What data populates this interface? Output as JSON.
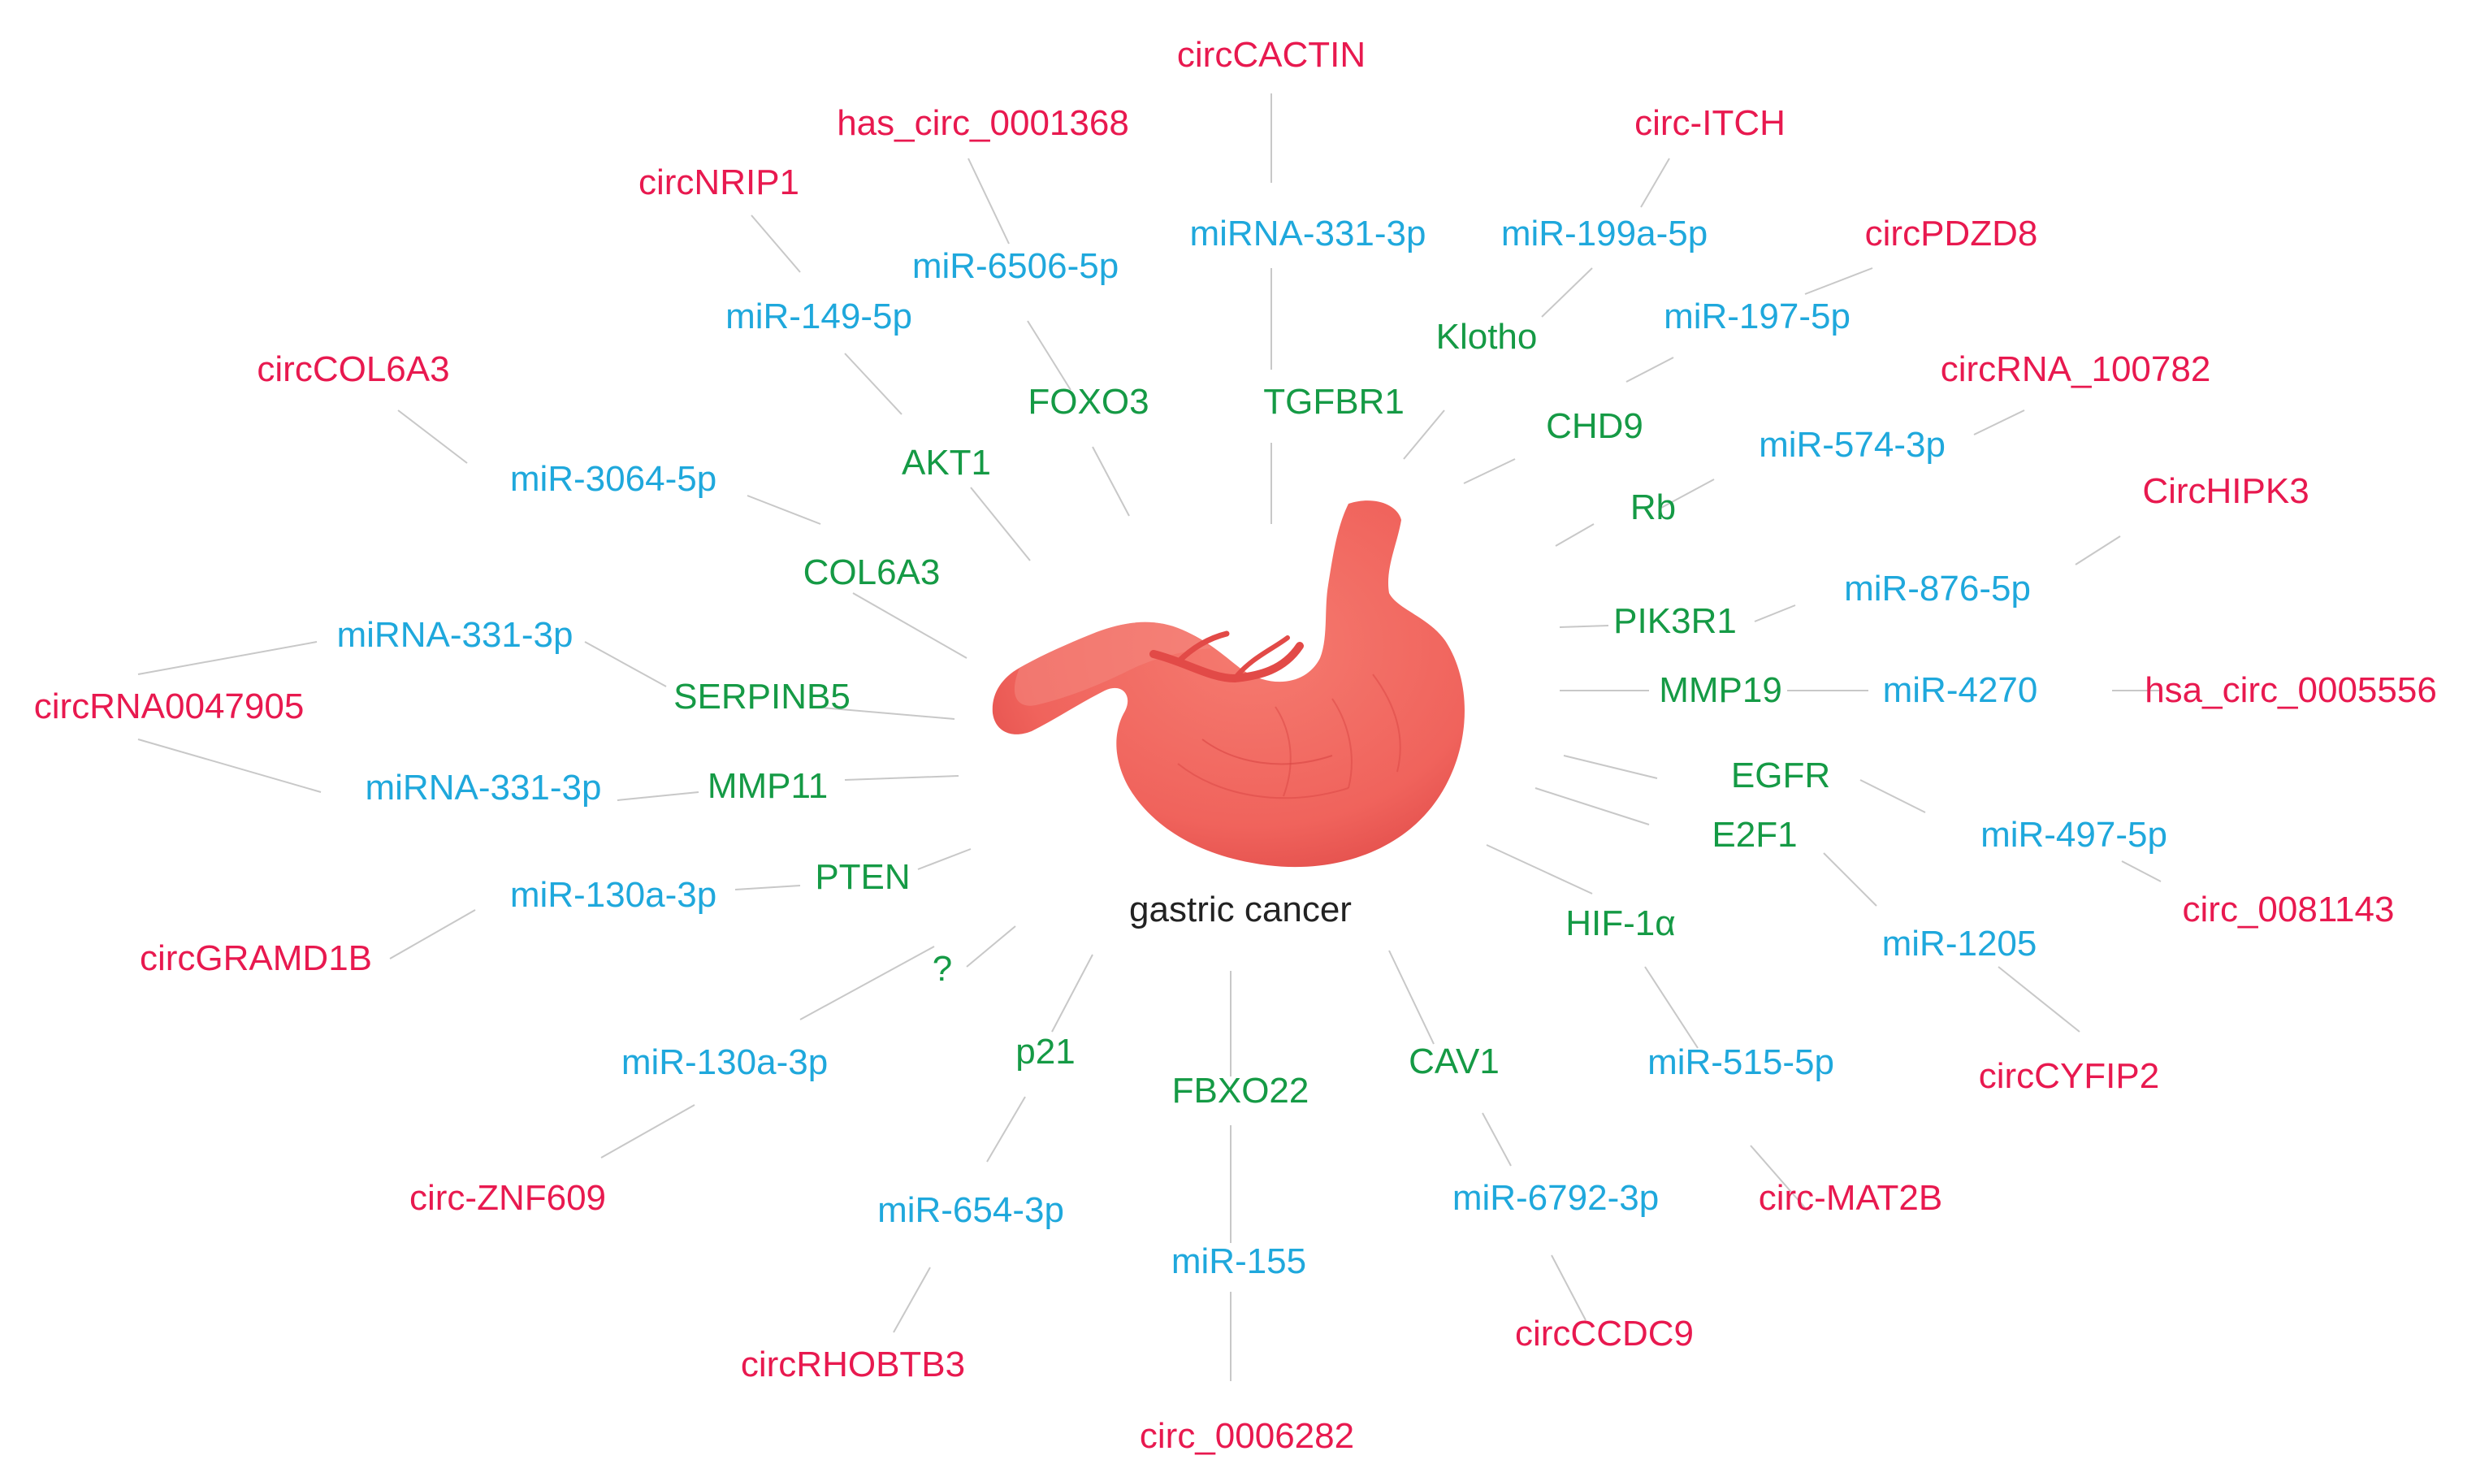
{
  "center": "gastric cancer",
  "colors": {
    "circ": "#e8194f",
    "mir": "#1fa8dc",
    "gene": "#159a45",
    "line": "#c8c8c8",
    "stomach": "#f0635c"
  },
  "labels": {
    "n_circCACTIN": "circCACTIN",
    "n_has_circ_0001368": "has_circ_0001368",
    "n_circITCH": "circ-ITCH",
    "n_circNRIP1": "circNRIP1",
    "n_circPDZD8": "circPDZD8",
    "n_circCOL6A3": "circCOL6A3",
    "n_circRNA_100782": "circRNA_100782",
    "n_CircHIPK3": "CircHIPK3",
    "n_circRNA0047905": "circRNA0047905",
    "n_hsa_circ_0005556": "hsa_circ_0005556",
    "n_circGRAMD1B": "circGRAMD1B",
    "n_circ_0081143": "circ_0081143",
    "n_circCYFIP2": "circCYFIP2",
    "n_circZNF609": "circ-ZNF609",
    "n_circMAT2B": "circ-MAT2B",
    "n_circCCDC9": "circCCDC9",
    "n_circRHOBTB3": "circRHOBTB3",
    "n_circ_0006282": "circ_0006282",
    "n_miRNA331_top": "miRNA-331-3p",
    "n_miR199a": "miR-199a-5p",
    "n_miR6506": "miR-6506-5p",
    "n_miR149": "miR-149-5p",
    "n_miR197": "miR-197-5p",
    "n_miR3064": "miR-3064-5p",
    "n_miR574": "miR-574-3p",
    "n_miRNA331_a": "miRNA-331-3p",
    "n_miR876": "miR-876-5p",
    "n_miR4270": "miR-4270",
    "n_miRNA331_b": "miRNA-331-3p",
    "n_miR497": "miR-497-5p",
    "n_miR130a_a": "miR-130a-3p",
    "n_miR1205": "miR-1205",
    "n_miR130a_b": "miR-130a-3p",
    "n_miR515": "miR-515-5p",
    "n_miR654": "miR-654-3p",
    "n_miR6792": "miR-6792-3p",
    "n_miR155": "miR-155",
    "n_TGFBR1": "TGFBR1",
    "n_FOXO3": "FOXO3",
    "n_Klotho": "Klotho",
    "n_AKT1": "AKT1",
    "n_CHD9": "CHD9",
    "n_COL6A3": "COL6A3",
    "n_Rb": "Rb",
    "n_SERPINB5": "SERPINB5",
    "n_PIK3R1": "PIK3R1",
    "n_MMP11": "MMP11",
    "n_MMP19": "MMP19",
    "n_EGFR": "EGFR",
    "n_E2F1": "E2F1",
    "n_PTEN": "PTEN",
    "n_HIF1a": "HIF-1α",
    "n_unknown": "?",
    "n_p21": "p21",
    "n_CAV1": "CAV1",
    "n_FBXO22": "FBXO22"
  }
}
